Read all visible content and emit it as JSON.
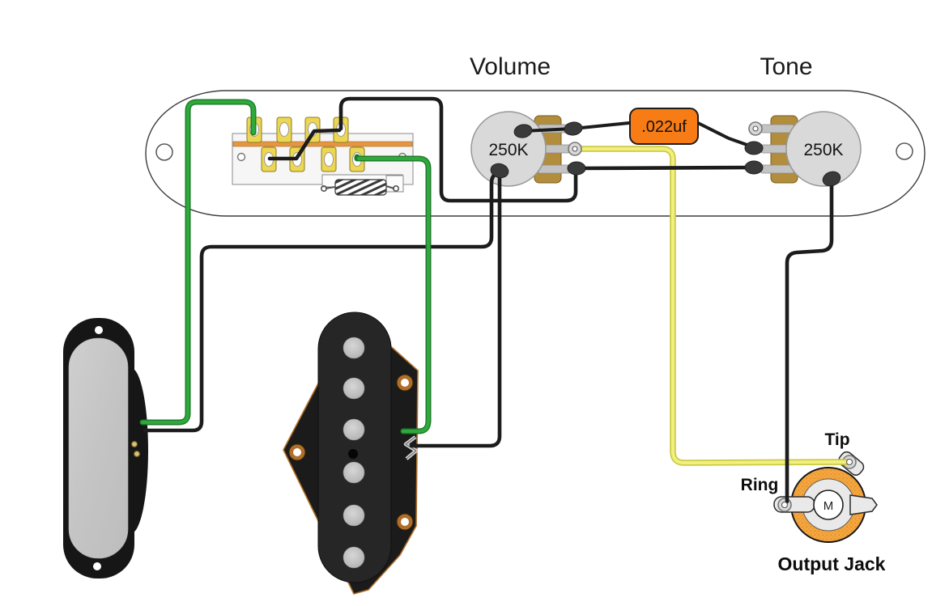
{
  "labels": {
    "volume": "Volume",
    "tone": "Tone"
  },
  "pots": {
    "volume": {
      "value": "250K"
    },
    "tone": {
      "value": "250K"
    }
  },
  "capacitor": {
    "value": ".022uf"
  },
  "jack": {
    "tip_label": "Tip",
    "ring_label": "Ring",
    "caption": "Output Jack",
    "mono_label": "M"
  },
  "colors": {
    "wire_black": "#1c1c1c",
    "wire_green": "#2fa93c",
    "wire_green_dark": "#1d7c2b",
    "wire_yellow": "#f1ef7d",
    "wire_yellow_edge": "#c9c740",
    "cap_orange": "#f87c15",
    "jack_orange": "#f5a540",
    "lug_yellow": "#ecd654",
    "lug_yellow_border": "#8e7c22",
    "pot_gray": "#d9d9d9",
    "pot_border": "#979797",
    "gold_plate": "#b18d3c",
    "stripe_orange": "#e79640",
    "plate_outline": "#3d3d3d",
    "solder_dark": "#3a3a3a",
    "metal_gray": "#e9e9e9",
    "pickup_black": "#161616",
    "copper": "#b06f28"
  }
}
